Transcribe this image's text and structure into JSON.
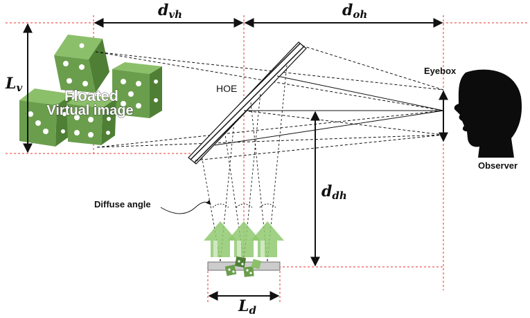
{
  "labels": {
    "dvh_main": "d",
    "dvh_sub": "vh",
    "doh_main": "d",
    "doh_sub": "oh",
    "lv_main": "L",
    "lv_sub": "v",
    "ddh_main": "d",
    "ddh_sub": "dh",
    "ld_main": "L",
    "ld_sub": "d",
    "floated_line1": "Floated",
    "floated_line2": "Virtual image",
    "hoe": "HOE",
    "eyebox": "Eyebox",
    "observer": "Observer",
    "diffuse_angle": "Diffuse angle"
  },
  "colors": {
    "guide": "#e8322a",
    "dice_face": "#6a9e4c",
    "dice_side": "#4f7f35",
    "dice_top": "#8cbf6a",
    "arrow_fill": "#8fc96e",
    "arrow_shade": "#cfe8bf",
    "silhouette": "#0c0c0c",
    "ink": "#111111",
    "display_bar": "#cccccc"
  }
}
